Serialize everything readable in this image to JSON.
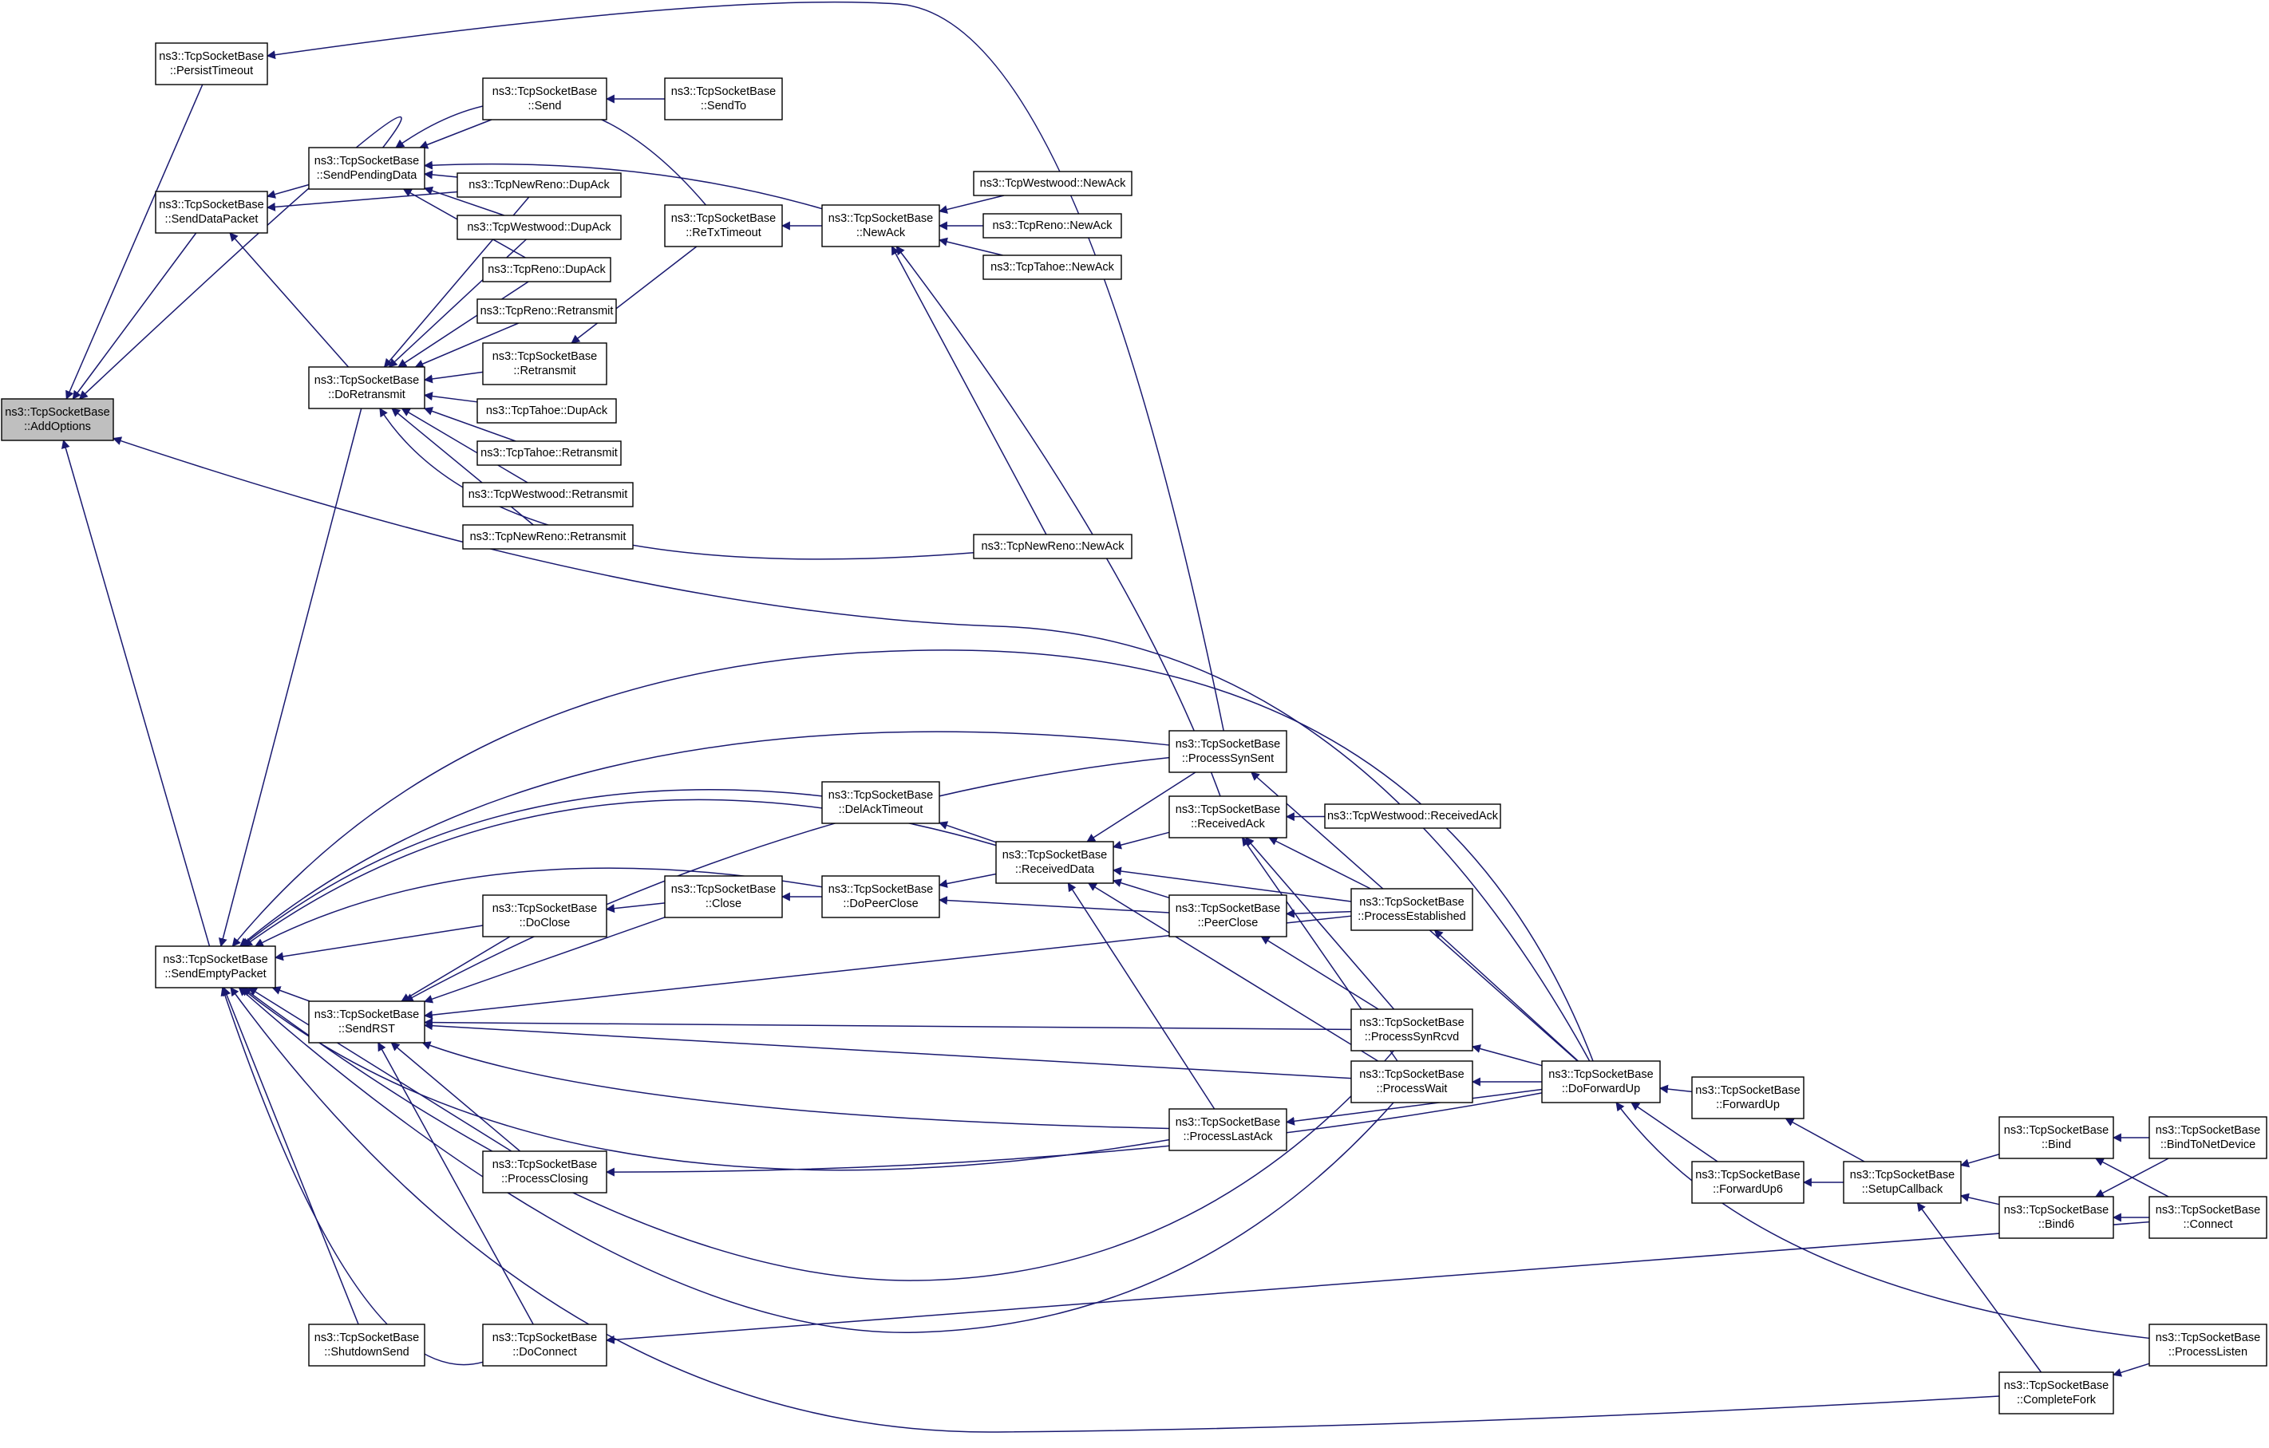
{
  "graph": {
    "colors": {
      "edge": "#191970",
      "node_fill": "#ffffff",
      "root_fill": "#bfbfbf",
      "border": "#000000"
    },
    "nodes": [
      {
        "id": "AddOptions",
        "lines": [
          "ns3::TcpSocketBase",
          "::AddOptions"
        ],
        "root": true
      },
      {
        "id": "PersistTimeout",
        "lines": [
          "ns3::TcpSocketBase",
          "::PersistTimeout"
        ]
      },
      {
        "id": "SendDataPacket",
        "lines": [
          "ns3::TcpSocketBase",
          "::SendDataPacket"
        ]
      },
      {
        "id": "SendEmptyPacket",
        "lines": [
          "ns3::TcpSocketBase",
          "::SendEmptyPacket"
        ]
      },
      {
        "id": "SendPendingData",
        "lines": [
          "ns3::TcpSocketBase",
          "::SendPendingData"
        ]
      },
      {
        "id": "DoRetransmit",
        "lines": [
          "ns3::TcpSocketBase",
          "::DoRetransmit"
        ]
      },
      {
        "id": "SendRST",
        "lines": [
          "ns3::TcpSocketBase",
          "::SendRST"
        ]
      },
      {
        "id": "ShutdownSend",
        "lines": [
          "ns3::TcpSocketBase",
          "::ShutdownSend"
        ]
      },
      {
        "id": "Send",
        "lines": [
          "ns3::TcpSocketBase",
          "::Send"
        ]
      },
      {
        "id": "NewRenoDupAck",
        "lines": [
          "ns3::TcpNewReno::DupAck"
        ]
      },
      {
        "id": "WestwoodDupAck",
        "lines": [
          "ns3::TcpWestwood::DupAck"
        ]
      },
      {
        "id": "RenoDupAck",
        "lines": [
          "ns3::TcpReno::DupAck"
        ]
      },
      {
        "id": "RenoRetransmit",
        "lines": [
          "ns3::TcpReno::Retransmit"
        ]
      },
      {
        "id": "BaseRetransmit",
        "lines": [
          "ns3::TcpSocketBase",
          "::Retransmit"
        ]
      },
      {
        "id": "TahoeDupAck",
        "lines": [
          "ns3::TcpTahoe::DupAck"
        ]
      },
      {
        "id": "TahoeRetransmit",
        "lines": [
          "ns3::TcpTahoe::Retransmit"
        ]
      },
      {
        "id": "WestwoodRetransmit",
        "lines": [
          "ns3::TcpWestwood::Retransmit"
        ]
      },
      {
        "id": "NewRenoRetransmit",
        "lines": [
          "ns3::TcpNewReno::Retransmit"
        ]
      },
      {
        "id": "DoClose",
        "lines": [
          "ns3::TcpSocketBase",
          "::DoClose"
        ]
      },
      {
        "id": "ProcessClosing",
        "lines": [
          "ns3::TcpSocketBase",
          "::ProcessClosing"
        ]
      },
      {
        "id": "DoConnect",
        "lines": [
          "ns3::TcpSocketBase",
          "::DoConnect"
        ]
      },
      {
        "id": "SendTo",
        "lines": [
          "ns3::TcpSocketBase",
          "::SendTo"
        ]
      },
      {
        "id": "ReTxTimeout",
        "lines": [
          "ns3::TcpSocketBase",
          "::ReTxTimeout"
        ]
      },
      {
        "id": "Close",
        "lines": [
          "ns3::TcpSocketBase",
          "::Close"
        ]
      },
      {
        "id": "NewAck",
        "lines": [
          "ns3::TcpSocketBase",
          "::NewAck"
        ]
      },
      {
        "id": "DelAckTimeout",
        "lines": [
          "ns3::TcpSocketBase",
          "::DelAckTimeout"
        ]
      },
      {
        "id": "DoPeerClose",
        "lines": [
          "ns3::TcpSocketBase",
          "::DoPeerClose"
        ]
      },
      {
        "id": "WestwoodNewAck",
        "lines": [
          "ns3::TcpWestwood::NewAck"
        ]
      },
      {
        "id": "RenoNewAck",
        "lines": [
          "ns3::TcpReno::NewAck"
        ]
      },
      {
        "id": "TahoeNewAck",
        "lines": [
          "ns3::TcpTahoe::NewAck"
        ]
      },
      {
        "id": "NewRenoNewAck",
        "lines": [
          "ns3::TcpNewReno::NewAck"
        ]
      },
      {
        "id": "ReceivedData",
        "lines": [
          "ns3::TcpSocketBase",
          "::ReceivedData"
        ]
      },
      {
        "id": "ProcessSynSent",
        "lines": [
          "ns3::TcpSocketBase",
          "::ProcessSynSent"
        ]
      },
      {
        "id": "ReceivedAck",
        "lines": [
          "ns3::TcpSocketBase",
          "::ReceivedAck"
        ]
      },
      {
        "id": "PeerClose",
        "lines": [
          "ns3::TcpSocketBase",
          "::PeerClose"
        ]
      },
      {
        "id": "ProcessLastAck",
        "lines": [
          "ns3::TcpSocketBase",
          "::ProcessLastAck"
        ]
      },
      {
        "id": "ProcessEstablished",
        "lines": [
          "ns3::TcpSocketBase",
          "::ProcessEstablished"
        ]
      },
      {
        "id": "ProcessSynRcvd",
        "lines": [
          "ns3::TcpSocketBase",
          "::ProcessSynRcvd"
        ]
      },
      {
        "id": "ProcessWait",
        "lines": [
          "ns3::TcpSocketBase",
          "::ProcessWait"
        ]
      },
      {
        "id": "WestwoodReceivedAck",
        "lines": [
          "ns3::TcpWestwood::ReceivedAck"
        ]
      },
      {
        "id": "DoForwardUp",
        "lines": [
          "ns3::TcpSocketBase",
          "::DoForwardUp"
        ]
      },
      {
        "id": "ForwardUp",
        "lines": [
          "ns3::TcpSocketBase",
          "::ForwardUp"
        ]
      },
      {
        "id": "ForwardUp6",
        "lines": [
          "ns3::TcpSocketBase",
          "::ForwardUp6"
        ]
      },
      {
        "id": "SetupCallback",
        "lines": [
          "ns3::TcpSocketBase",
          "::SetupCallback"
        ]
      },
      {
        "id": "Bind",
        "lines": [
          "ns3::TcpSocketBase",
          "::Bind"
        ]
      },
      {
        "id": "Bind6",
        "lines": [
          "ns3::TcpSocketBase",
          "::Bind6"
        ]
      },
      {
        "id": "CompleteFork",
        "lines": [
          "ns3::TcpSocketBase",
          "::CompleteFork"
        ]
      },
      {
        "id": "BindToNetDevice",
        "lines": [
          "ns3::TcpSocketBase",
          "::BindToNetDevice"
        ]
      },
      {
        "id": "Connect",
        "lines": [
          "ns3::TcpSocketBase",
          "::Connect"
        ]
      },
      {
        "id": "ProcessListen",
        "lines": [
          "ns3::TcpSocketBase",
          "::ProcessListen"
        ]
      }
    ],
    "edges": [
      [
        "AddOptions",
        "PersistTimeout"
      ],
      [
        "AddOptions",
        "SendDataPacket"
      ],
      [
        "AddOptions",
        "SendPendingData"
      ],
      [
        "AddOptions",
        "SendEmptyPacket"
      ],
      [
        "AddOptions",
        "DoForwardUp"
      ],
      [
        "PersistTimeout",
        "ProcessSynSent"
      ],
      [
        "SendDataPacket",
        "SendPendingData"
      ],
      [
        "SendDataPacket",
        "NewRenoDupAck"
      ],
      [
        "SendDataPacket",
        "DoRetransmit"
      ],
      [
        "SendPendingData",
        "Send"
      ],
      [
        "SendPendingData",
        "NewRenoDupAck"
      ],
      [
        "SendPendingData",
        "WestwoodDupAck"
      ],
      [
        "SendPendingData",
        "RenoDupAck"
      ],
      [
        "SendPendingData",
        "NewAck"
      ],
      [
        "SendPendingData",
        "ReTxTimeout"
      ],
      [
        "Send",
        "SendTo"
      ],
      [
        "DoRetransmit",
        "NewRenoDupAck"
      ],
      [
        "DoRetransmit",
        "WestwoodDupAck"
      ],
      [
        "DoRetransmit",
        "RenoDupAck"
      ],
      [
        "DoRetransmit",
        "RenoRetransmit"
      ],
      [
        "DoRetransmit",
        "BaseRetransmit"
      ],
      [
        "DoRetransmit",
        "TahoeDupAck"
      ],
      [
        "DoRetransmit",
        "TahoeRetransmit"
      ],
      [
        "DoRetransmit",
        "WestwoodRetransmit"
      ],
      [
        "DoRetransmit",
        "NewRenoRetransmit"
      ],
      [
        "DoRetransmit",
        "NewRenoNewAck"
      ],
      [
        "BaseRetransmit",
        "ReTxTimeout"
      ],
      [
        "ReTxTimeout",
        "NewAck"
      ],
      [
        "NewAck",
        "WestwoodNewAck"
      ],
      [
        "NewAck",
        "RenoNewAck"
      ],
      [
        "NewAck",
        "TahoeNewAck"
      ],
      [
        "NewAck",
        "NewRenoNewAck"
      ],
      [
        "NewAck",
        "ReceivedAck"
      ],
      [
        "SendEmptyPacket",
        "DoRetransmit"
      ],
      [
        "SendEmptyPacket",
        "SendRST"
      ],
      [
        "SendEmptyPacket",
        "ShutdownSend"
      ],
      [
        "SendEmptyPacket",
        "DoClose"
      ],
      [
        "SendEmptyPacket",
        "ProcessClosing"
      ],
      [
        "SendEmptyPacket",
        "DoConnect"
      ],
      [
        "SendEmptyPacket",
        "DelAckTimeout"
      ],
      [
        "SendEmptyPacket",
        "DoPeerClose"
      ],
      [
        "SendEmptyPacket",
        "ReceivedData"
      ],
      [
        "SendEmptyPacket",
        "ProcessSynSent"
      ],
      [
        "SendEmptyPacket",
        "DoForwardUp"
      ],
      [
        "SendEmptyPacket",
        "ProcessLastAck"
      ],
      [
        "SendEmptyPacket",
        "ProcessSynRcvd"
      ],
      [
        "SendEmptyPacket",
        "ProcessWait"
      ],
      [
        "SendEmptyPacket",
        "CompleteFork"
      ],
      [
        "SendRST",
        "DoClose"
      ],
      [
        "SendRST",
        "Close"
      ],
      [
        "SendRST",
        "ProcessClosing"
      ],
      [
        "SendRST",
        "DoConnect"
      ],
      [
        "SendRST",
        "ProcessSynSent"
      ],
      [
        "SendRST",
        "ProcessEstablished"
      ],
      [
        "SendRST",
        "ProcessSynRcvd"
      ],
      [
        "SendRST",
        "ProcessWait"
      ],
      [
        "SendRST",
        "ProcessLastAck"
      ],
      [
        "DoClose",
        "Close"
      ],
      [
        "Close",
        "DoPeerClose"
      ],
      [
        "DoPeerClose",
        "ReceivedData"
      ],
      [
        "DoPeerClose",
        "PeerClose"
      ],
      [
        "DelAckTimeout",
        "ReceivedData"
      ],
      [
        "ReceivedData",
        "ReceivedAck"
      ],
      [
        "ReceivedData",
        "ProcessSynSent"
      ],
      [
        "ReceivedData",
        "PeerClose"
      ],
      [
        "ReceivedData",
        "ProcessEstablished"
      ],
      [
        "ReceivedData",
        "ProcessLastAck"
      ],
      [
        "ReceivedData",
        "ProcessWait"
      ],
      [
        "ReceivedAck",
        "WestwoodReceivedAck"
      ],
      [
        "ReceivedAck",
        "ProcessEstablished"
      ],
      [
        "ReceivedAck",
        "ProcessSynRcvd"
      ],
      [
        "ReceivedAck",
        "ProcessWait"
      ],
      [
        "PeerClose",
        "ProcessEstablished"
      ],
      [
        "PeerClose",
        "ProcessSynRcvd"
      ],
      [
        "ProcessSynSent",
        "DoForwardUp"
      ],
      [
        "ProcessEstablished",
        "DoForwardUp"
      ],
      [
        "ProcessSynRcvd",
        "DoForwardUp"
      ],
      [
        "ProcessWait",
        "DoForwardUp"
      ],
      [
        "ProcessLastAck",
        "DoForwardUp"
      ],
      [
        "ProcessClosing",
        "DoForwardUp"
      ],
      [
        "DoConnect",
        "Connect"
      ],
      [
        "DoForwardUp",
        "ForwardUp"
      ],
      [
        "DoForwardUp",
        "ForwardUp6"
      ],
      [
        "DoForwardUp",
        "ProcessListen"
      ],
      [
        "ForwardUp",
        "SetupCallback"
      ],
      [
        "ForwardUp6",
        "SetupCallback"
      ],
      [
        "SetupCallback",
        "Bind"
      ],
      [
        "SetupCallback",
        "Bind6"
      ],
      [
        "SetupCallback",
        "CompleteFork"
      ],
      [
        "Bind",
        "BindToNetDevice"
      ],
      [
        "Bind",
        "Connect"
      ],
      [
        "Bind6",
        "BindToNetDevice"
      ],
      [
        "Bind6",
        "Connect"
      ],
      [
        "CompleteFork",
        "ProcessListen"
      ]
    ]
  }
}
